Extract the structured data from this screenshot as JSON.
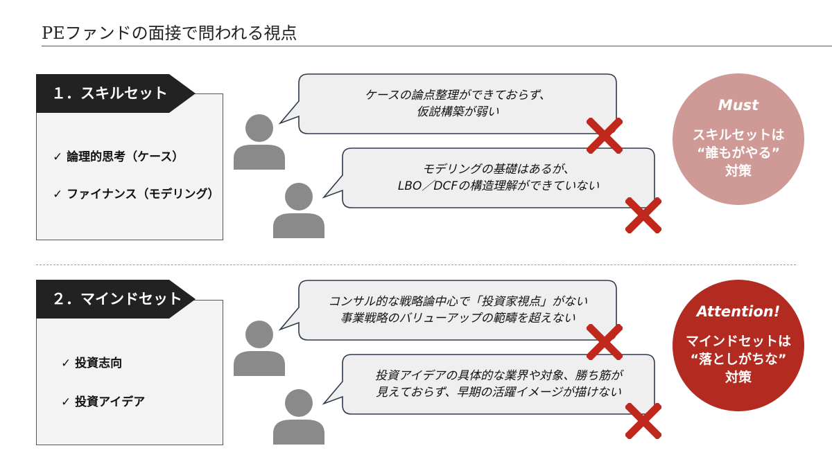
{
  "title": "PEファンドの面接で問われる視点",
  "sections": [
    {
      "tag": "１．スキルセット",
      "checks": [
        "✓ 論理的思考（ケース）",
        "✓ ファイナンス（モデリング）"
      ],
      "bubbles": [
        {
          "line1": "ケースの論点整理ができておらず、",
          "line2": "仮説構築が弱い"
        },
        {
          "line1": "モデリングの基礎はあるが、",
          "line2": "LBO／DCFの構造理解ができていない"
        }
      ],
      "circle": {
        "head": "Must",
        "line1": "スキルセットは",
        "line2": "“誰もがやる”",
        "line3": "対策",
        "color": "#cf9a96"
      }
    },
    {
      "tag": "２．マインドセット",
      "checks": [
        "✓ 投資志向",
        "✓ 投資アイデア"
      ],
      "bubbles": [
        {
          "line1": "コンサル的な戦略論中心で「投資家視点」がない",
          "line2": "事業戦略のバリューアップの範疇を超えない"
        },
        {
          "line1": "投資アイデアの具体的な業界や対象、勝ち筋が",
          "line2": "見えておらず、早期の活躍イメージが描けない"
        }
      ],
      "circle": {
        "head": "Attention!",
        "line1": "マインドセットは",
        "line2": "“落としがちな”",
        "line3": "対策",
        "color": "#b22a20"
      }
    }
  ],
  "colors": {
    "cross": "#c0281e",
    "person": "#8a8a8a",
    "tag_bg": "#222222"
  }
}
